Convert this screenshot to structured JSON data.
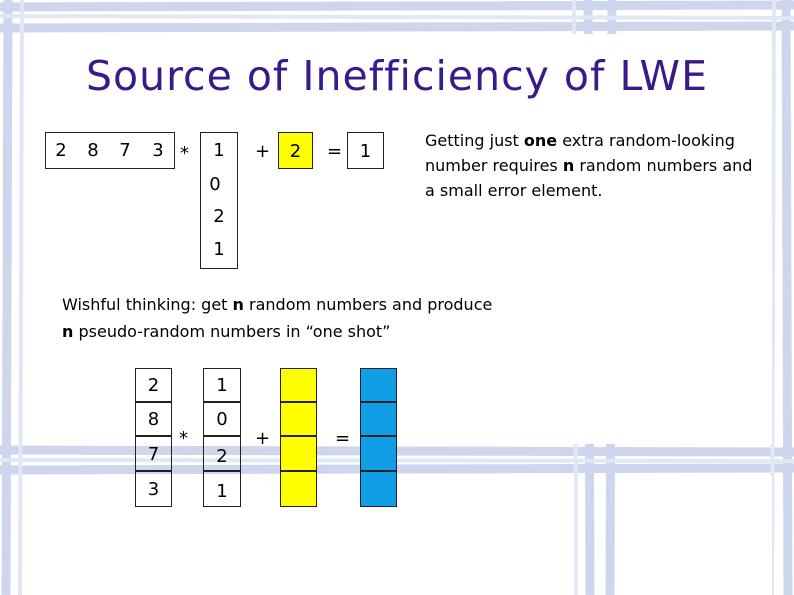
{
  "slide": {
    "title": "Source of Inefficiency of LWE"
  },
  "top": {
    "row_vector": [
      "2",
      "8",
      "7",
      "3"
    ],
    "times": "*",
    "column_vector": [
      "1",
      "0",
      "2",
      "1"
    ],
    "plus": "+",
    "error": "2",
    "equals": "=",
    "result": "1"
  },
  "note": {
    "part1": "Getting just ",
    "one": "one",
    "part2": " extra random-looking",
    "part3": "number requires ",
    "n": "n",
    "part4": " random numbers and",
    "part5": "a small error element."
  },
  "wish": {
    "part1": "Wishful thinking: get ",
    "n1": "n",
    "part2": " random numbers and produce",
    "n2": "n",
    "part3": " pseudo-random numbers in “one shot”"
  },
  "bottom": {
    "matrix_col": [
      "2",
      "8",
      "7",
      "3"
    ],
    "times": "*",
    "vector": [
      "1",
      "0",
      "2",
      "1"
    ],
    "plus": "+",
    "equals": "="
  },
  "colors": {
    "title": "#3a1a8a",
    "error_fill": "#ffff00",
    "result_fill": "#109ee6",
    "frame": "#c9d3ea"
  }
}
